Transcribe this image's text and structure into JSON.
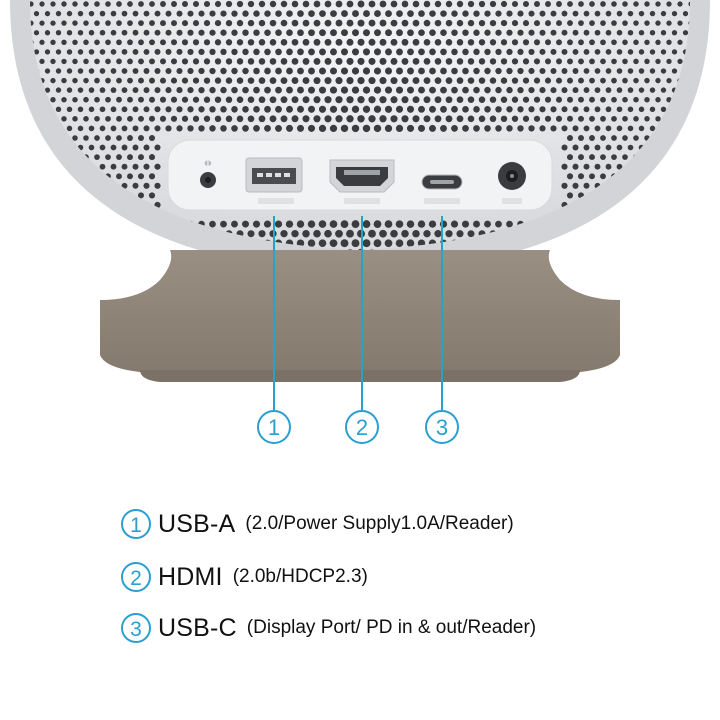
{
  "colors": {
    "accent": "#2a9fd0",
    "housing": "#e9eaec",
    "panel": "#f1f2f3",
    "stand": "#8f8377",
    "hole": "#3a3c40"
  },
  "callouts": [
    {
      "number": "1",
      "title": "USB-A",
      "detail": "(2.0/Power Supply1.0A/Reader)"
    },
    {
      "number": "2",
      "title": "HDMI",
      "detail": "(2.0b/HDCP2.3)"
    },
    {
      "number": "3",
      "title": "USB-C",
      "detail": "(Display Port/ PD in & out/Reader)"
    }
  ]
}
